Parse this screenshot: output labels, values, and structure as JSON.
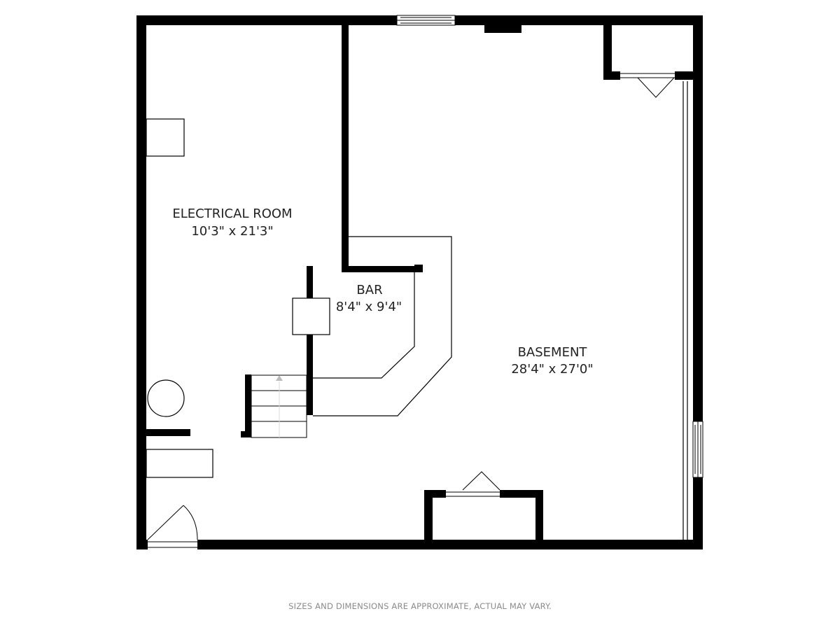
{
  "rooms": [
    {
      "name": "ELECTRICAL ROOM",
      "dims": "10'3\" x 21'3\""
    },
    {
      "name": "BAR",
      "dims": "8'4\" x 9'4\""
    },
    {
      "name": "BASEMENT",
      "dims": "28'4\" x 27'0\""
    }
  ],
  "footer": {
    "note": "SIZES AND DIMENSIONS ARE APPROXIMATE, ACTUAL MAY VARY."
  },
  "colors": {
    "wall": "#000000",
    "line": "#000000",
    "arrow": "#bbbbbb",
    "note": "#8a8a8a"
  }
}
